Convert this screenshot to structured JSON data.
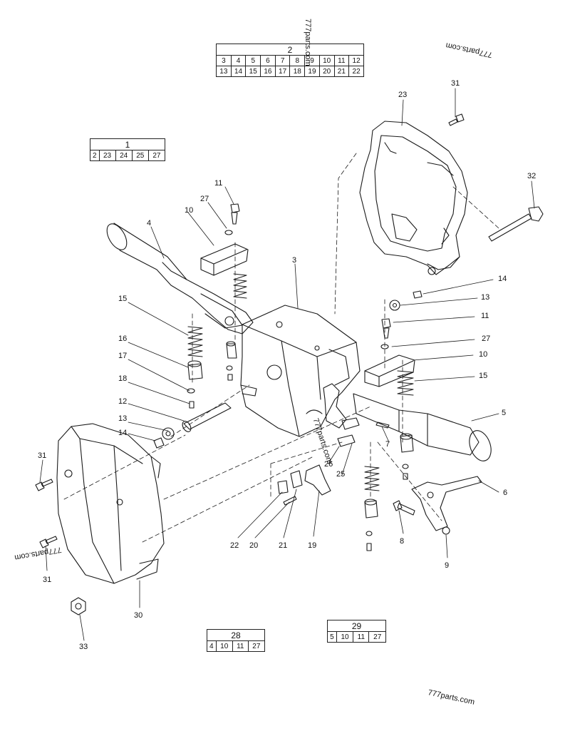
{
  "watermark": "777parts.com",
  "ref_tables": [
    {
      "id": "2",
      "rows": [
        [
          "3",
          "4",
          "5",
          "6",
          "7",
          "8",
          "9",
          "10",
          "11",
          "12"
        ],
        [
          "13",
          "14",
          "15",
          "16",
          "17",
          "18",
          "19",
          "20",
          "21",
          "22"
        ]
      ]
    },
    {
      "id": "1",
      "rows": [
        [
          "2",
          "23",
          "24",
          "25",
          "27"
        ]
      ]
    },
    {
      "id": "28",
      "rows": [
        [
          "4",
          "10",
          "11",
          "27"
        ]
      ]
    },
    {
      "id": "29",
      "rows": [
        [
          "5",
          "10",
          "11",
          "27"
        ]
      ]
    }
  ],
  "callouts": [
    "31",
    "23",
    "32",
    "11",
    "27",
    "10",
    "4",
    "3",
    "14",
    "13",
    "11",
    "27",
    "10",
    "15",
    "15",
    "16",
    "17",
    "18",
    "12",
    "13",
    "14",
    "5",
    "7",
    "26",
    "25",
    "31",
    "22",
    "20",
    "21",
    "19",
    "8",
    "9",
    "6",
    "31",
    "30",
    "33"
  ]
}
